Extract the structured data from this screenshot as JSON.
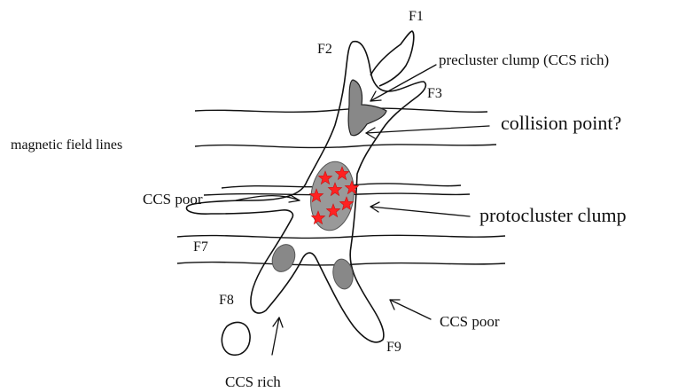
{
  "labels": {
    "f1": "F1",
    "f2": "F2",
    "f3": "F3",
    "f7": "F7",
    "f8": "F8",
    "f9": "F9",
    "precluster_clump": "precluster clump (CCS rich)",
    "collision_point": "collision point?",
    "magnetic_field_lines": "magnetic field lines",
    "ccs_poor_left": "CCS poor",
    "protocluster_clump": "protocluster clump",
    "ccs_poor_right": "CCS poor",
    "ccs_rich": "CCS rich"
  },
  "colors": {
    "outline": "#111111",
    "clump_fill": "#888888",
    "protocluster_fill": "#999999",
    "star": "#ff2222",
    "star_stroke": "#c81414",
    "background": "#ffffff"
  }
}
